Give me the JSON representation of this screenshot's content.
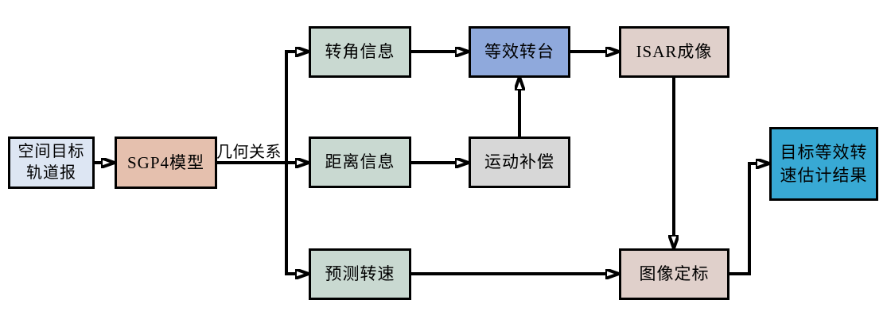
{
  "diagram": {
    "type": "flowchart",
    "background": "#ffffff",
    "stroke_color": "#000000",
    "nodes": {
      "orbit_report": {
        "label": "空间目标\n轨道报",
        "fill": "#dde6f3"
      },
      "sgp4": {
        "label": "SGP4模型",
        "fill": "#e5c0ae"
      },
      "angle_info": {
        "label": "转角信息",
        "fill": "#c9d9d1"
      },
      "range_info": {
        "label": "距离信息",
        "fill": "#c9d9d1"
      },
      "predicted_speed": {
        "label": "预测转速",
        "fill": "#c9d9d1"
      },
      "equivalent_turntable": {
        "label": "等效转台",
        "fill": "#8fa9dc"
      },
      "motion_compensation": {
        "label": "运动补偿",
        "fill": "#d7d7d7"
      },
      "isar_imaging": {
        "label": "ISAR成像",
        "fill": "#e0d0cb"
      },
      "image_calibration": {
        "label": "图像定标",
        "fill": "#e0d0cb"
      },
      "result": {
        "label": "目标等效转\n速估计结果",
        "fill": "#38a9d4"
      }
    },
    "edge_labels": {
      "geometry_relation": "几何关系"
    },
    "edges": [
      {
        "from": "orbit_report",
        "to": "sgp4"
      },
      {
        "from": "sgp4",
        "to": "angle_info",
        "label": "几何关系"
      },
      {
        "from": "sgp4",
        "to": "range_info",
        "label": "几何关系"
      },
      {
        "from": "sgp4",
        "to": "predicted_speed",
        "label": "几何关系"
      },
      {
        "from": "angle_info",
        "to": "equivalent_turntable"
      },
      {
        "from": "equivalent_turntable",
        "to": "isar_imaging"
      },
      {
        "from": "range_info",
        "to": "motion_compensation"
      },
      {
        "from": "motion_compensation",
        "to": "equivalent_turntable"
      },
      {
        "from": "isar_imaging",
        "to": "image_calibration"
      },
      {
        "from": "predicted_speed",
        "to": "image_calibration"
      },
      {
        "from": "image_calibration",
        "to": "result"
      }
    ]
  }
}
